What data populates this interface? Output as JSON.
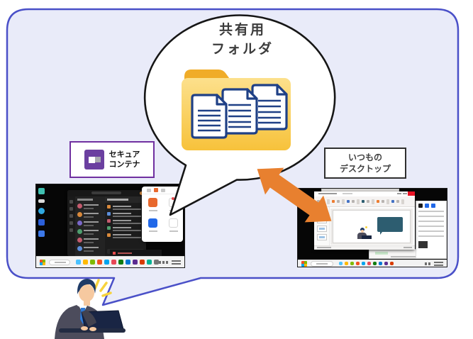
{
  "bubble": {
    "line1": "共有用",
    "line2": "フォルダ"
  },
  "labels": {
    "secure_container": {
      "line1": "セキュア",
      "line2": "コンテナ"
    },
    "usual_desktop": {
      "line1": "いつもの",
      "line2": "デスクトップ"
    }
  },
  "colors": {
    "frame_fill": "#E9EBF9",
    "frame_border": "#4A50C8",
    "bubble_fill": "#FFFFFF",
    "bubble_stroke": "#161616",
    "arrow_orange": "#E8802F",
    "folder_tab": "#F0AC28",
    "folder_body_top": "#FCE08C",
    "folder_body_bottom": "#F7C23B",
    "document_ink": "#1F4086",
    "secure_label_border": "#7030A0",
    "secure_logo_purple": "#6B3FA0",
    "desktop_label_border": "#2F2F2F",
    "suit_gray": "#4C4C5C",
    "hair_navy": "#1E3A66",
    "skin": "#F6C9A0",
    "tie_blue": "#2E79D6",
    "sparkle_yellow": "#F7D33E",
    "slide_callout_teal": "#2D5D70"
  },
  "icons": {
    "shared_folder": "folder-icon",
    "documents": "document-icon",
    "transfer": "double-arrow-icon",
    "person": "person-with-laptop",
    "sparkles": "sparkle-icon",
    "secure_logo": "secure-container-logo",
    "windows_logo": "windows-logo-icon"
  }
}
